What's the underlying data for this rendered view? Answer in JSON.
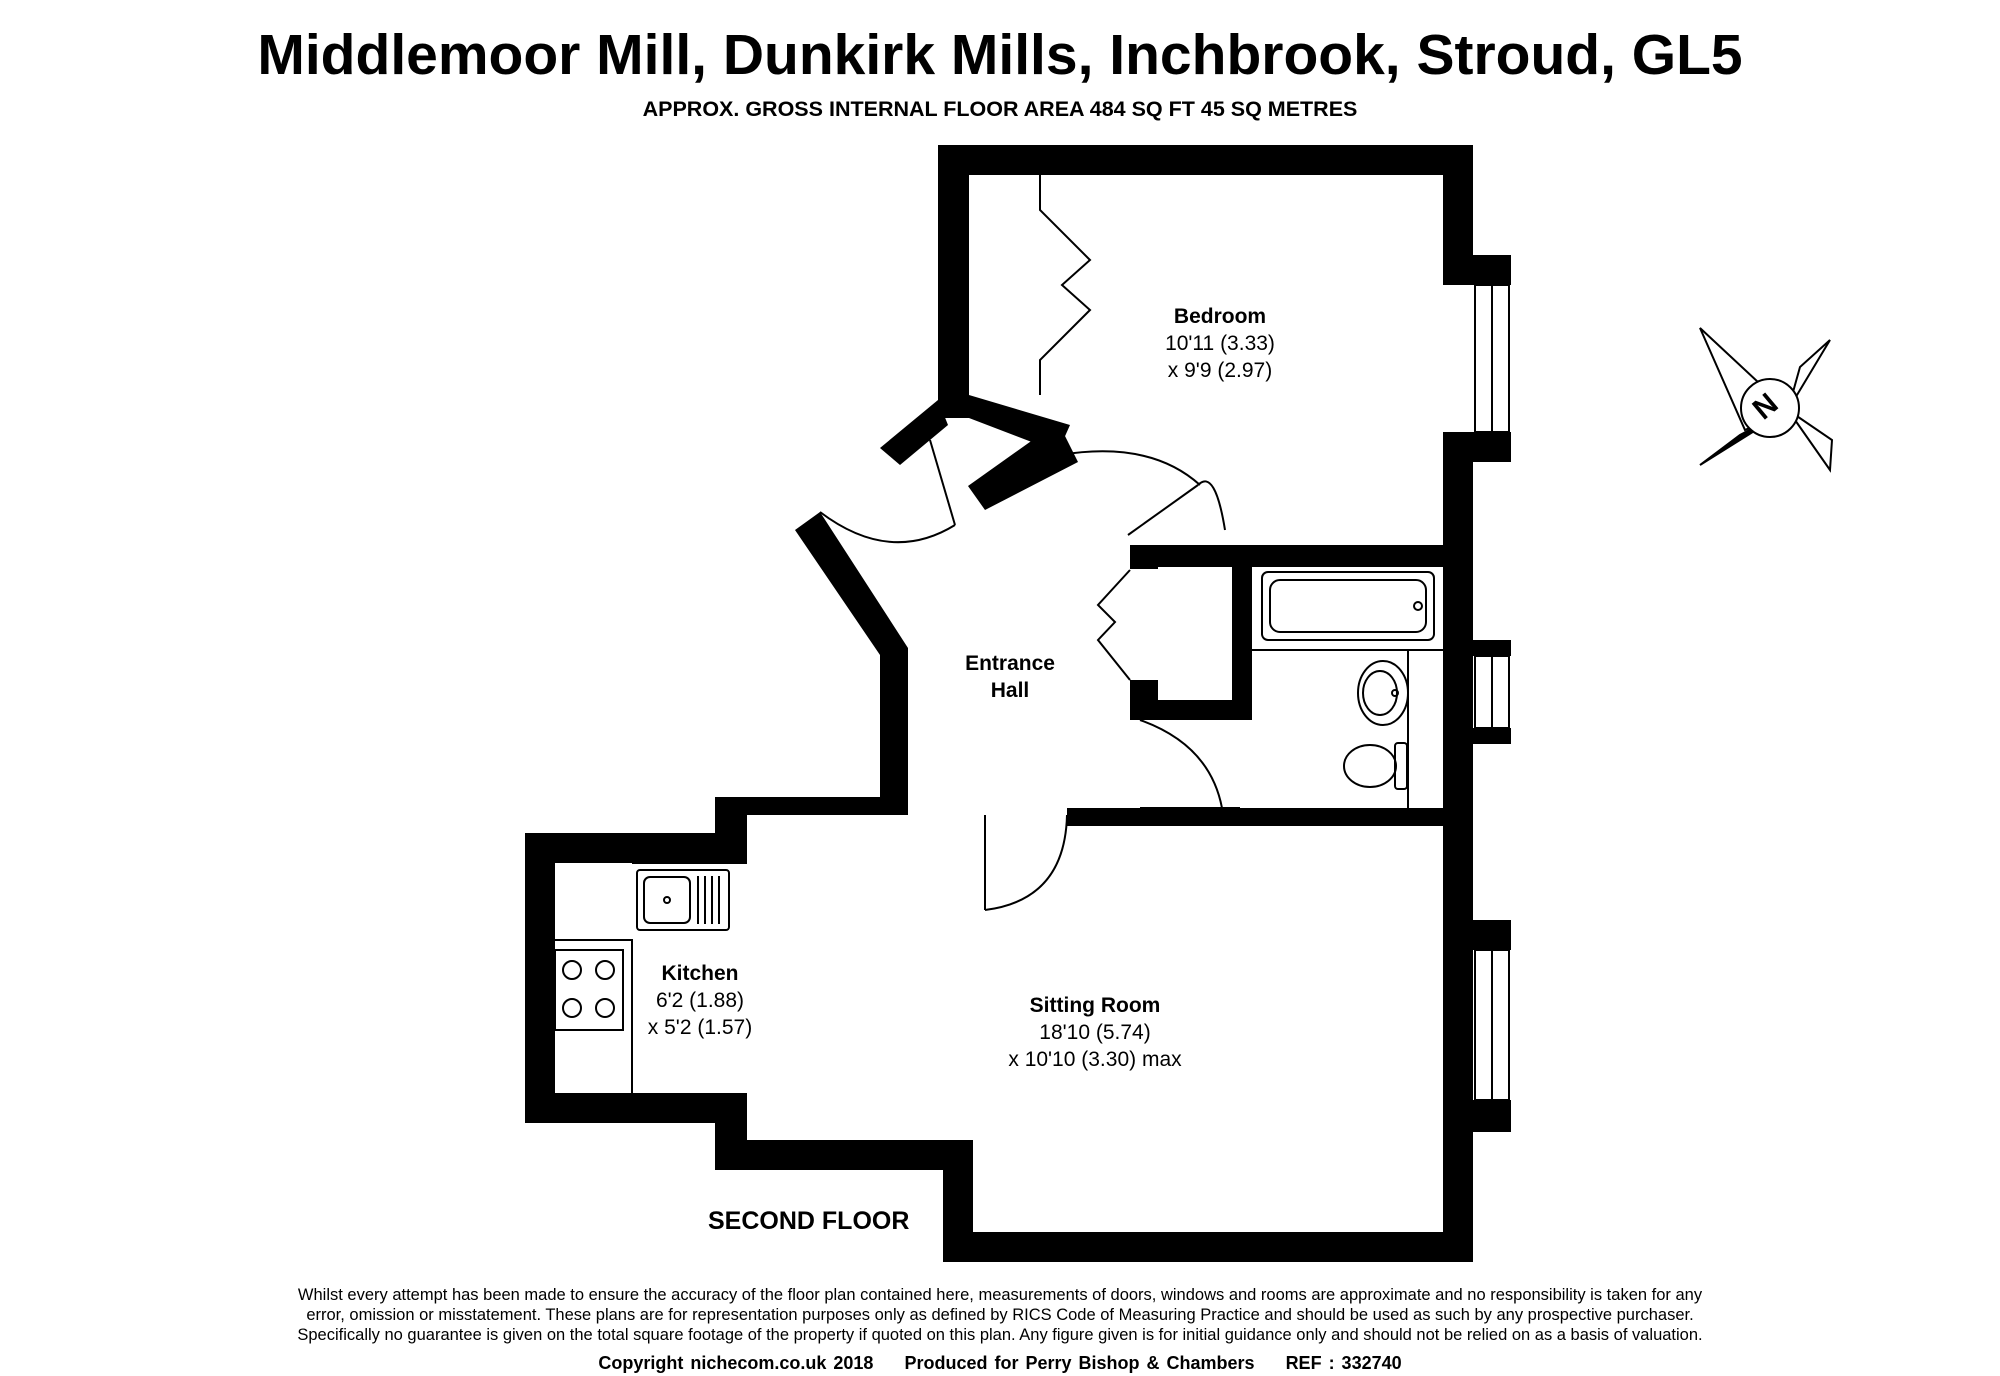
{
  "title": "Middlemoor Mill, Dunkirk Mills, Inchbrook, Stroud, GL5",
  "subtitle": "APPROX. GROSS INTERNAL FLOOR AREA 484 SQ FT 45 SQ METRES",
  "rooms": {
    "bedroom": {
      "name": "Bedroom",
      "dim1": "10'11 (3.33)",
      "dim2": "x 9'9 (2.97)"
    },
    "entrance_hall": {
      "name1": "Entrance",
      "name2": "Hall"
    },
    "kitchen": {
      "name": "Kitchen",
      "dim1": "6'2 (1.88)",
      "dim2": "x 5'2 (1.57)"
    },
    "sitting_room": {
      "name": "Sitting Room",
      "dim1": "18'10 (5.74)",
      "dim2": "x 10'10 (3.30) max"
    }
  },
  "floor_label": "SECOND FLOOR",
  "compass": {
    "letter": "N"
  },
  "disclaimer": [
    "Whilst every attempt has been made to ensure the accuracy of the floor plan contained here, measurements of doors, windows and rooms are approximate and no responsibility is taken for any",
    "error, omission or misstatement. These plans are for representation purposes only as defined by RICS Code of Measuring Practice and should be used as such by any prospective purchaser.",
    "Specifically no guarantee is given on the total square footage of the property if quoted on this plan. Any figure given is for initial guidance only and should not be relied on as a basis of valuation."
  ],
  "footer": {
    "copyright": "Copyright nichecom.co.uk 2018",
    "produced_for": "Produced for Perry Bishop & Chambers",
    "ref": "REF :  332740"
  },
  "colors": {
    "wall": "#000000",
    "background": "#ffffff"
  }
}
